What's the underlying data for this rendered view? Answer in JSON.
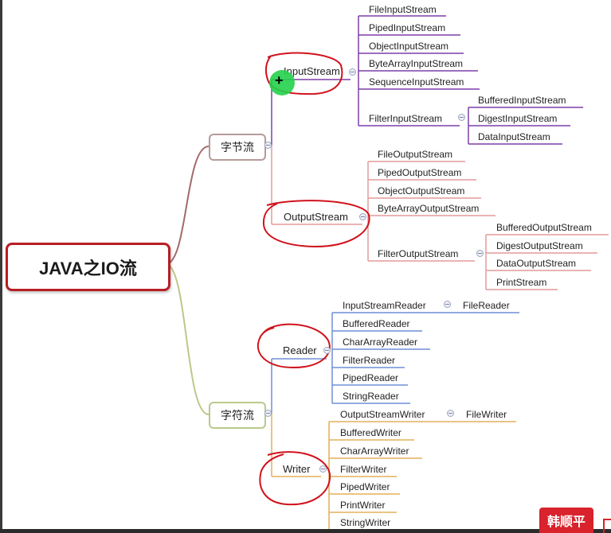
{
  "root": {
    "label": "JAVA之IO流"
  },
  "byte_stream": {
    "label": "字节流",
    "input": {
      "label": "InputStream",
      "children": [
        "FileInputStream",
        "PipedInputStream",
        "ObjectInputStream",
        "ByteArrayInputStream",
        "SequenceInputStream",
        "FilterInputStream"
      ],
      "filter_children": [
        "BufferedInputStream",
        "DigestInputStream",
        "DataInputStream"
      ]
    },
    "output": {
      "label": "OutputStream",
      "children": [
        "FileOutputStream",
        "PipedOutputStream",
        "ObjectOutputStream",
        "ByteArrayOutputStream",
        "FilterOutputStream"
      ],
      "filter_children": [
        "BufferedOutputStream",
        "DigestOutputStream",
        "DataOutputStream",
        "PrintStream"
      ]
    }
  },
  "char_stream": {
    "label": "字符流",
    "reader": {
      "label": "Reader",
      "children": [
        "InputStreamReader",
        "BufferedReader",
        "CharArrayReader",
        "FilterReader",
        "PipedReader",
        "StringReader"
      ],
      "isr_child": "FileReader"
    },
    "writer": {
      "label": "Writer",
      "children": [
        "OutputStreamWriter",
        "BufferedWriter",
        "CharArrayWriter",
        "FilterWriter",
        "PipedWriter",
        "PrintWriter",
        "StringWriter"
      ],
      "osw_child": "FileWriter"
    }
  },
  "watermark": {
    "text": "韩顺平"
  },
  "colors": {
    "root_border": "#b91d24",
    "byte_branch": "#a36a6a",
    "char_branch": "#b9c98a",
    "input_branch": "#7d3fa8",
    "output_branch": "#e39a9a",
    "reader_branch": "#6f8fd6",
    "writer_branch": "#e3b05a",
    "annotation": "#d0121b",
    "cursor": "#22d14a"
  },
  "icons": [
    "collapse-toggle-icon",
    "mouse-cursor-icon"
  ]
}
